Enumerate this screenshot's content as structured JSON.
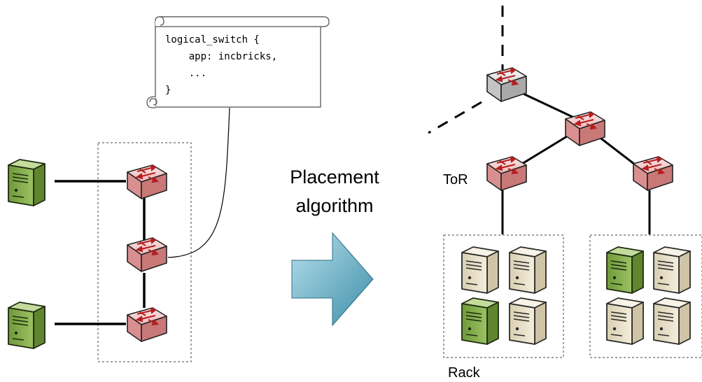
{
  "scroll": {
    "lines": [
      "logical_switch {",
      "    app: incbricks,",
      "    ...",
      "}"
    ]
  },
  "center": {
    "line1": "Placement",
    "line2": "algorithm"
  },
  "labels": {
    "tor": "ToR",
    "rack": "Rack"
  },
  "icons": {
    "switch_red": "network-switch-icon",
    "switch_gray": "core-switch-icon",
    "server_green": "server-tower-icon",
    "server_beige": "server-tower-icon",
    "arrow": "right-arrow-icon"
  },
  "colors": {
    "switch_red": "#e8a9a9",
    "switch_gray": "#d9d9d9",
    "server_green": "#8db356",
    "server_beige": "#ebe3cd",
    "arrow": "#6aaec4"
  }
}
